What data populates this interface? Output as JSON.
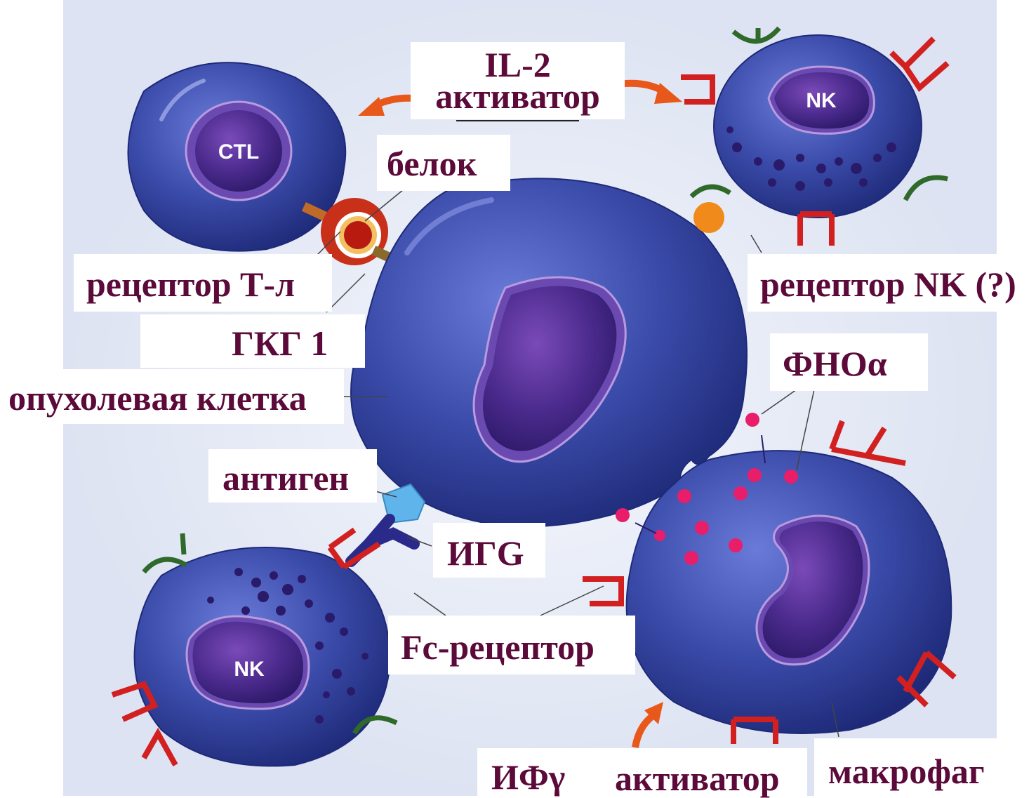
{
  "labels": {
    "il2": "IL-2",
    "activator_top": "активатор",
    "protein": "белок",
    "t_receptor": "рецептор Т-л",
    "mhc1": "ГКГ 1",
    "tumor_cell": "опухолевая клетка",
    "antigen": "антиген",
    "igg": "ИГG",
    "fc_receptor": "Fc-рецептор",
    "nk_receptor": "рецептор NK (?)",
    "tnf_alpha": "ФНОα",
    "ifn_gamma": "ИФγ",
    "activator_bottom": "активатор",
    "macrophage": "макрофаг"
  },
  "cell_tags": {
    "ctl": "CTL",
    "nk_top": "NK",
    "nk_bottom": "NK"
  },
  "colors": {
    "label_text": "#5b0a3a",
    "cell_body": "#3a4aa8",
    "cell_nucleus": "#4a2a8c",
    "receptor_red": "#d22020",
    "receptor_green": "#2f6a2a",
    "tnf_dots": "#e81e6a",
    "arrow_orange": "#e8581a",
    "antigen_blue": "#5fb4ec",
    "igg_navy": "#2a2a8a",
    "nk_ligand_orange": "#f08a1a"
  }
}
